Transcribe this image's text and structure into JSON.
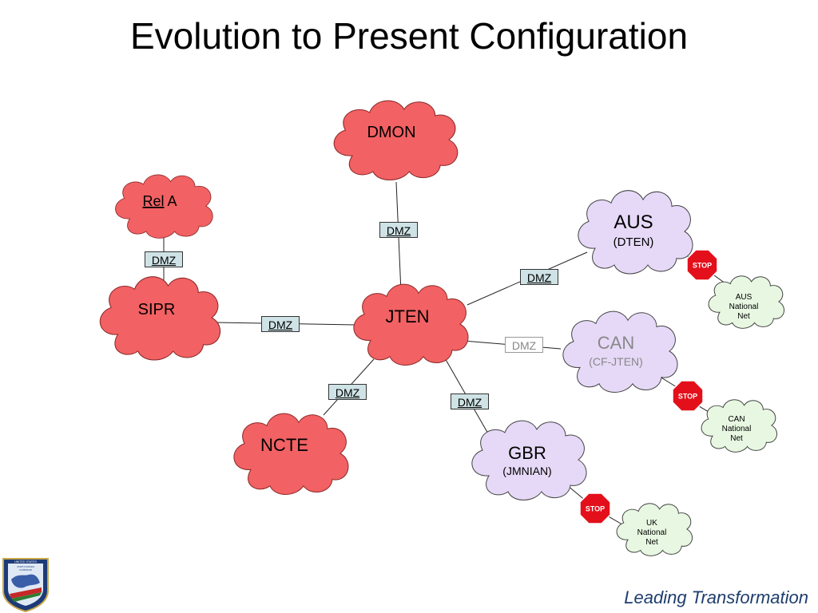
{
  "title": "Evolution to Present Configuration",
  "tagline": "Leading Transformation",
  "logo": {
    "icon": "us-joint-forces-command-emblem",
    "text": "UNITED STATES JOINT FORCES COMMAND"
  },
  "colors": {
    "us_network": "#f26163",
    "partner_network": "#e6d9f7",
    "national_net": "#e7f7e1",
    "dmz_fill": "#cfe3e6",
    "stop_sign": "#e3101b",
    "tagline": "#1f3d6e"
  },
  "networks": {
    "dmon": {
      "label": "DMON"
    },
    "rel_a": {
      "label_underlined": "Rel",
      "label_rest": " A"
    },
    "sipr": {
      "label": "SIPR"
    },
    "jten": {
      "label": "JTEN"
    },
    "ncte": {
      "label": "NCTE"
    },
    "aus": {
      "label": "AUS",
      "sublabel": "(DTEN)"
    },
    "can": {
      "label": "CAN",
      "sublabel": "(CF-JTEN)"
    },
    "gbr": {
      "label": "GBR",
      "sublabel": "(JMNIAN)"
    },
    "aus_national": {
      "lines": [
        "AUS",
        "National",
        "Net"
      ]
    },
    "can_national": {
      "lines": [
        "CAN",
        "National",
        "Net"
      ]
    },
    "uk_national": {
      "lines": [
        "UK",
        "National",
        "Net"
      ]
    }
  },
  "dmz": {
    "dmon": "DMZ",
    "rel_a": "DMZ",
    "sipr": "DMZ",
    "ncte": "DMZ",
    "aus": "DMZ",
    "can": "DMZ",
    "gbr": "DMZ"
  },
  "stop_signs": {
    "aus": "STOP",
    "can": "STOP",
    "gbr": "STOP"
  }
}
